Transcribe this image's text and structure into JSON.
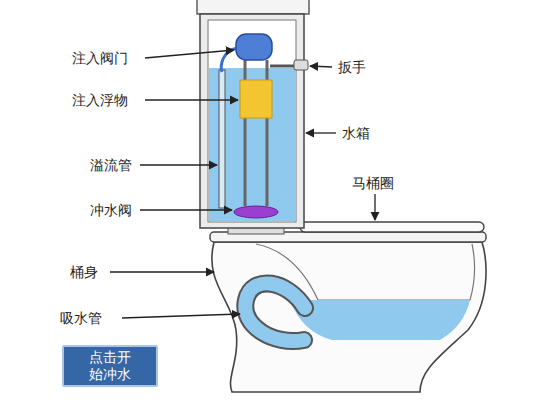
{
  "diagram": {
    "nodes": [
      {
        "text": [
          "点击开始冲水"
        ]
      }
    ],
    "labels": [
      "注入阀门",
      "扳手",
      "注入浮物",
      "水箱",
      "溢流管",
      "马桶圈",
      "冲水阀",
      "桶身",
      "吸水管"
    ]
  }
}
